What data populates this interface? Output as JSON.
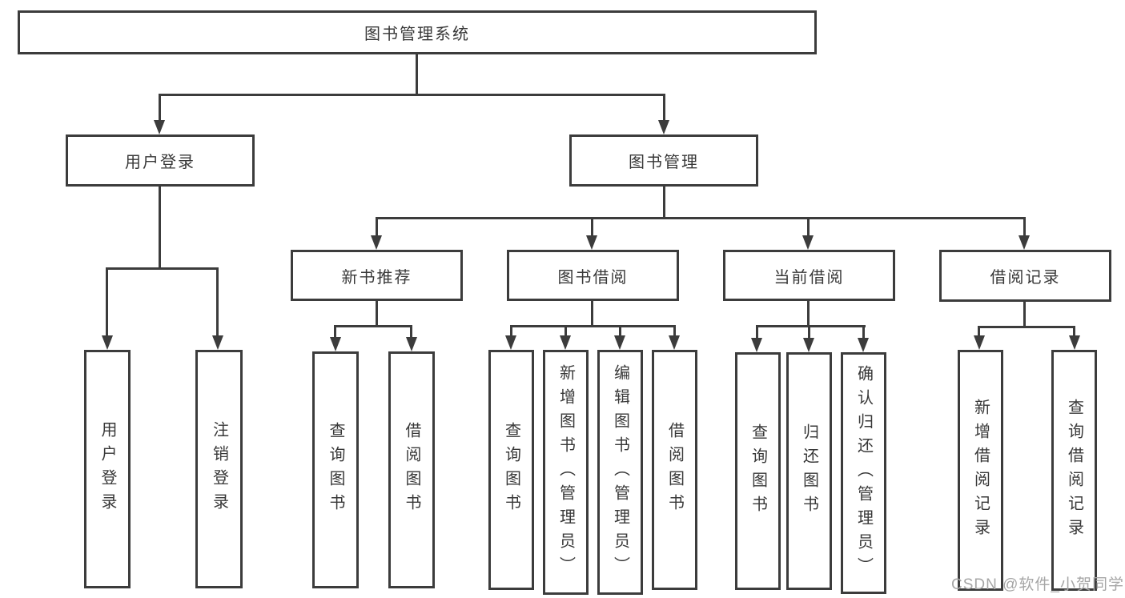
{
  "tree": {
    "root": {
      "label": "图书管理系统"
    },
    "children": [
      {
        "label": "用户登录",
        "children": [
          {
            "label": "用户登录"
          },
          {
            "label": "注销登录"
          }
        ]
      },
      {
        "label": "图书管理",
        "children": [
          {
            "label": "新书推荐",
            "children": [
              {
                "label": "查询图书"
              },
              {
                "label": "借阅图书"
              }
            ]
          },
          {
            "label": "图书借阅",
            "children": [
              {
                "label": "查询图书"
              },
              {
                "label": "新增图书（管理员）"
              },
              {
                "label": "编辑图书（管理员）"
              },
              {
                "label": "借阅图书"
              }
            ]
          },
          {
            "label": "当前借阅",
            "children": [
              {
                "label": "查询图书"
              },
              {
                "label": "归还图书"
              },
              {
                "label": "确认归还（管理员）"
              }
            ]
          },
          {
            "label": "借阅记录",
            "children": [
              {
                "label": "新增借阅记录"
              },
              {
                "label": "查询借阅记录"
              }
            ]
          }
        ]
      }
    ]
  },
  "watermark": {
    "text": "CSDN @软件_小贺同学"
  },
  "colors": {
    "line": "#3c3c3c",
    "text": "#383838",
    "background": "#ffffff",
    "watermark": "#a6a6a6"
  }
}
